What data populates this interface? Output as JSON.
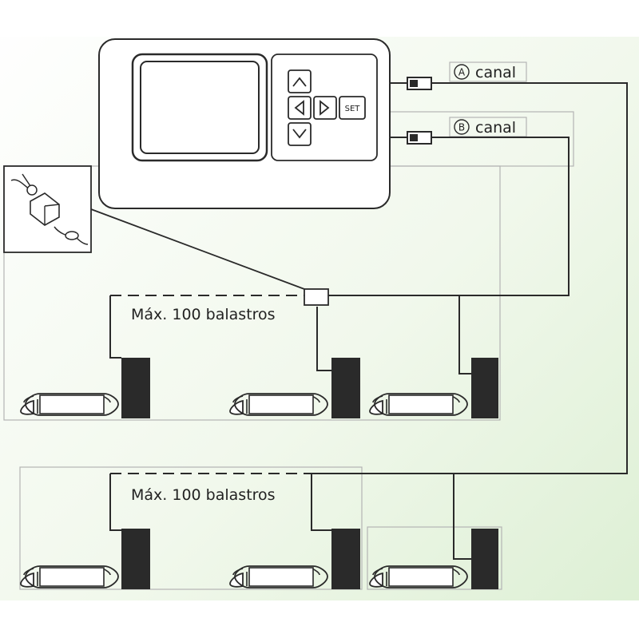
{
  "controller": {
    "buttons": {
      "up_icon": "triangle-up",
      "down_icon": "triangle-down",
      "left_icon": "triangle-left",
      "right_icon": "triangle-right",
      "set_label": "SET"
    }
  },
  "channels": [
    {
      "letter": "A",
      "label": "canal"
    },
    {
      "letter": "B",
      "label": "canal"
    }
  ],
  "groups": [
    {
      "label": "Máx. 100 balastros"
    },
    {
      "label": "Máx. 100 balastros"
    }
  ],
  "colors": {
    "background_gradient": [
      "#ffffff",
      "#e6f3df"
    ],
    "line": "#2a2a2a",
    "ballast": "#222222",
    "frame": "#b4b4b4"
  }
}
